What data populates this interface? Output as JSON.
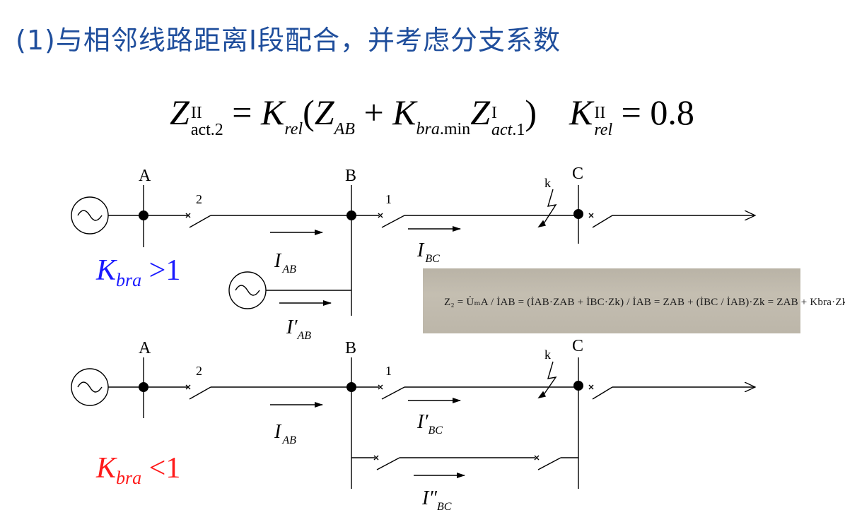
{
  "slide": {
    "title": "(1)与相邻线路距离Ⅰ段配合，并考虑分支系数"
  },
  "formula": {
    "z": "Z",
    "z_sup": "II",
    "z_sub": "act.2",
    "eq": " = ",
    "k": "K",
    "k_sub": "rel",
    "open": "(",
    "zab": "Z",
    "zab_sub": "AB",
    "plus": " + ",
    "kbra": "K",
    "kbra_sub": "bra",
    "kbra_sub2": ".min",
    "zact": "Z",
    "zact_sup": "I",
    "zact_sub": "act",
    "zact_sub2": ".1",
    "close": ")",
    "krel": "K",
    "krel_sup": "II",
    "krel_sub": "rel",
    "krel_val": " = 0.8"
  },
  "top_diagram": {
    "bus_a": "A",
    "bus_b": "B",
    "bus_c": "C",
    "breaker_2": "2",
    "breaker_1": "1",
    "fault": "k",
    "i_ab": "I",
    "i_ab_sub": "AB",
    "i_bc": "I",
    "i_bc_sub": "BC",
    "i_ab_prime": "I′",
    "i_ab_prime_sub": "AB",
    "kbra_label": "K",
    "kbra_label_sub": "bra",
    "kbra_label_rel": " >1",
    "kbra_color": "#1a1aff"
  },
  "bottom_diagram": {
    "bus_a": "A",
    "bus_b": "B",
    "bus_c": "C",
    "breaker_2": "2",
    "breaker_1": "1",
    "fault": "k",
    "i_ab": "I",
    "i_ab_sub": "AB",
    "i_bc_prime": "I′",
    "i_bc_prime_sub": "BC",
    "i_bc_dprime": "I″",
    "i_bc_dprime_sub": "BC",
    "kbra_label": "K",
    "kbra_label_sub": "bra",
    "kbra_label_rel": " <1",
    "kbra_color": "#ff1a1a"
  },
  "note": {
    "equation": "Z₂ = U̇ₘA / İAB = (İAB·ZAB + İBC·Zk) / İAB = ZAB + (İBC / İAB)·Zk = ZAB + Kbra·Zk"
  },
  "colors": {
    "title": "#1f4e9c",
    "line": "#000000"
  }
}
